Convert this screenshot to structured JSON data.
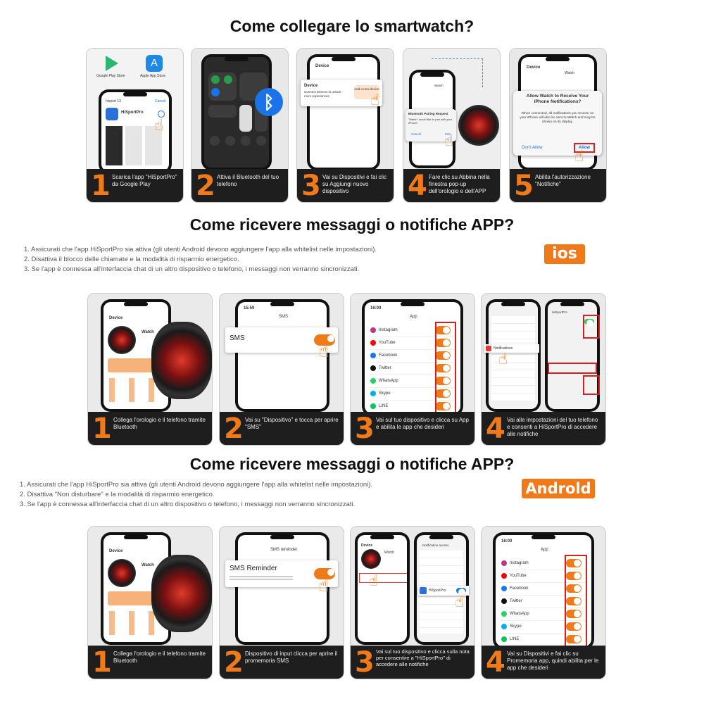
{
  "titles": {
    "connect": "Come collegare lo smartwatch?",
    "ios": "Come ricevere messaggi o notifiche APP?",
    "android": "Come ricevere messaggi o notifiche APP?"
  },
  "notes": [
    "1. Assicurati che l'app HiSportPro sia attiva (gli utenti Android devono aggiungere l'app alla whitelist nelle impostazioni).",
    "2. Disattiva il blocco delle chiamate e la modalità di risparmio energetico.",
    "3. Se l'app è connessa all'interfaccia chat di un altro dispositivo o telefono, i messaggi non verranno sincronizzati."
  ],
  "notes_android": [
    "1. Assicurati che l'app HiSportPro sia attiva (gli utenti Android devono aggiungere l'app alla whitelist nelle impostazioni).",
    "2. Disattiva \"Non disturbare\" e la modalità di risparmio energetico.",
    "3. Se l'app è connessa all'interfaccia chat di un altro dispositivo o telefono, i messaggi non verranno sincronizzati."
  ],
  "badges": {
    "ios": "ios",
    "android": "Androld"
  },
  "connect_steps": [
    {
      "num": "1",
      "text": "Scarica l'app \"HiSportPro\" da Google Play"
    },
    {
      "num": "2",
      "text": "Attiva il Bluetooth del tuo telefono"
    },
    {
      "num": "3",
      "text": "Vai su Dispositivi e fai clic su Aggiungi nuovo dispositivo"
    },
    {
      "num": "4",
      "text": "Fare clic su Abbina nella finestra pop-up dell'orologio e dell'APP"
    },
    {
      "num": "5",
      "text": "Abilita l'autorizzazione \"Notifiche\""
    }
  ],
  "ios_steps": [
    {
      "num": "1",
      "text": "Collega l'orologio e il telefono tramite Bluetooth"
    },
    {
      "num": "2",
      "text": "Vai su \"Dispositivo\" e tocca per aprire \"SMS\""
    },
    {
      "num": "3",
      "text": "Vai sul tuo dispositivo e clicca su App e abilita le app che desideri"
    },
    {
      "num": "4",
      "text": "Vai alle impostazioni del tuo telefono e consenti a HiSportPro di accedere alle notifiche"
    }
  ],
  "android_steps": [
    {
      "num": "1",
      "text": "Collega l'orologio e il telefono tramite Bluetooth"
    },
    {
      "num": "2",
      "text": "Dispositivo di input clicca per aprire il promemoria SMS"
    },
    {
      "num": "3",
      "text": "Vai sul tuo dispositivo e clicca sulla nota per consentire a \"HiSportPro\" di accedere alle notifiche"
    },
    {
      "num": "4",
      "text": "Vai su Dispositivi e fai clic su Promemoria app, quindi abilita per le app che desideri"
    }
  ],
  "screens": {
    "store": {
      "google": "Google Play Store",
      "apple": "Apple App Store",
      "app_name": "HiSportPro",
      "search": "hisport 13",
      "cancel": "Cancel"
    },
    "device": {
      "title": "Device",
      "connect": "Connect devices to unlock more experiences",
      "add_new": "Add a new device",
      "watch": "Watch"
    },
    "pairing": {
      "title": "Bluetooth Pairing Request",
      "body": "\"Watch\" would like to pair with your iPhone.",
      "cancel": "Cancel",
      "pair": "Pair"
    },
    "notif": {
      "device": "Device",
      "watch": "Watch",
      "title": "Allow Watch to Receive Your iPhone Notifications?",
      "body": "When connected, all notifications you receive on your iPhone will also be sent to Watch and may be shown on its display.",
      "dont": "Don't Allow",
      "allow": "Allow"
    },
    "sms": {
      "time": "15:59",
      "title": "SMS",
      "label": "SMS"
    },
    "app_list": {
      "time": "16:00",
      "title": "App",
      "apps": [
        "Instagram",
        "YouTube",
        "Facebook",
        "Twitter",
        "WhatsApp",
        "Skype",
        "LINE"
      ]
    },
    "settings": {
      "notifications": "Notifications",
      "hisportpro": "HiSportPro"
    },
    "sms_reminder": {
      "title": "SMS reminder",
      "label": "SMS Reminder"
    },
    "notif_access": {
      "title": "Notification access",
      "app": "HiSportPro"
    }
  },
  "colors": {
    "accent": "#f07a1a",
    "dark": "#1e1e1e",
    "highlight": "#d92020"
  }
}
